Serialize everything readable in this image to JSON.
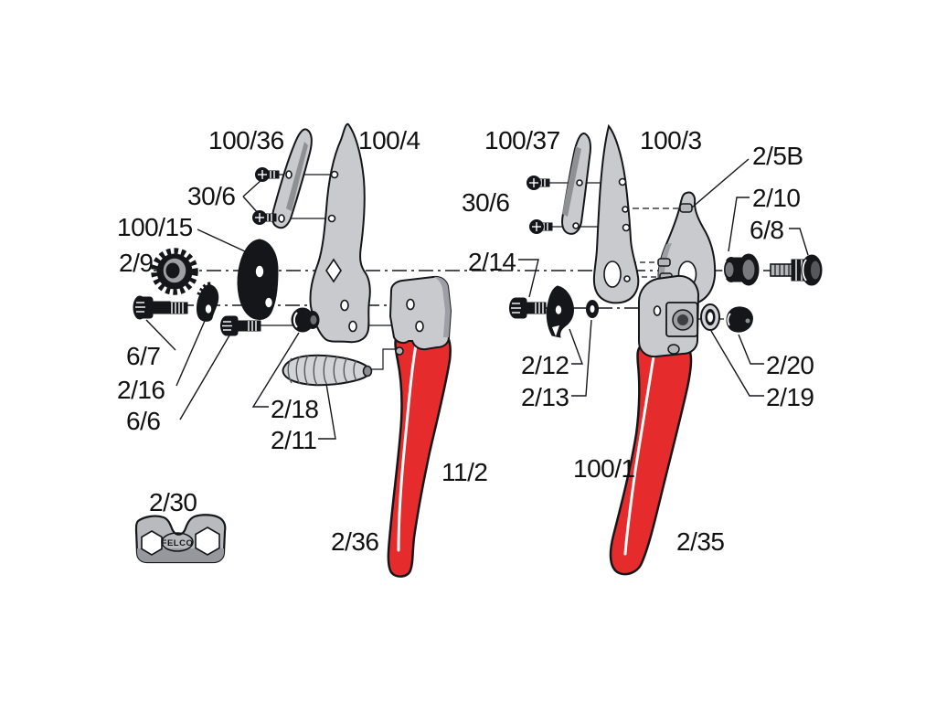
{
  "brand_mark": "FELCO",
  "colors": {
    "handle_red": "#e62b2c",
    "metal_light": "#c9cacd",
    "metal_mid": "#9d9fa5",
    "part_black": "#15161a",
    "line": "#111111",
    "background": "#ffffff"
  },
  "part_labels": {
    "counter_blade_left": "100/36",
    "blade_left": "100/4",
    "blade_screws_left": "30/6",
    "cam_plate": "100/15",
    "adjusting_nut": "2/9",
    "pivot_bolt_left": "6/7",
    "toothed_cam": "2/16",
    "cam_screw": "6/6",
    "bushing_left": "2/18",
    "spring": "2/11",
    "wrench": "2/30",
    "grip_left": "2/36",
    "handle_left": "11/2",
    "counter_blade_right": "100/37",
    "blade_right": "100/3",
    "blade_screws_right": "30/6",
    "pin": "2/5B",
    "bushing_right": "2/10",
    "pivot_bolt_right": "6/8",
    "screw_right": "2/14",
    "cam_right": "2/12",
    "washer_right": "2/13",
    "cap": "2/20",
    "ring": "2/19",
    "handle_right": "100/1",
    "grip_right": "2/35"
  }
}
